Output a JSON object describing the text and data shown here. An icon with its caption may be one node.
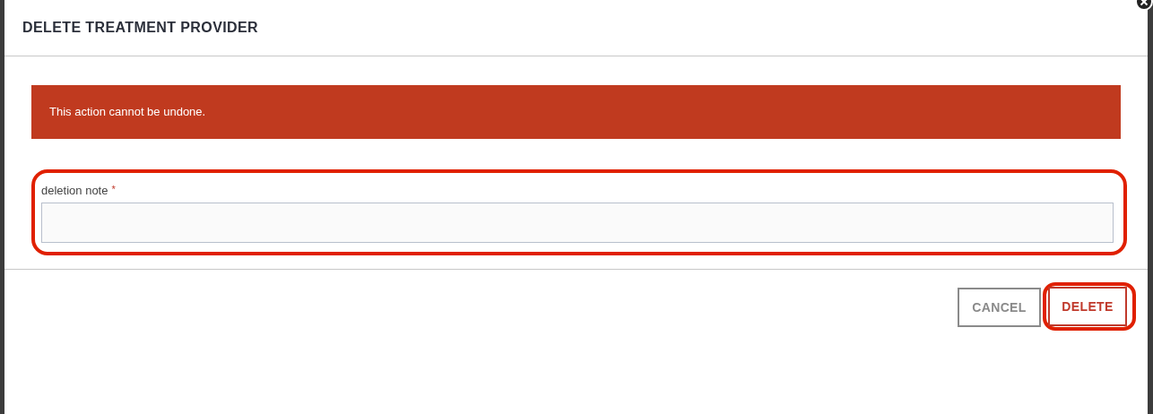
{
  "diagram": {
    "nodes": [
      {
        "text": [
          "DELETE TREATMENT PROVIDER"
        ]
      },
      {
        "text": [
          "This action cannot be undone."
        ],
        "in": 0
      },
      {
        "text": [
          "deletion note",
          "*"
        ],
        "in": 0
      },
      {
        "text": [],
        "shape": "box",
        "in": 2
      },
      {
        "text": [
          "CANCEL"
        ],
        "in": 0
      },
      {
        "text": [
          "DELETE"
        ],
        "in": 0
      }
    ]
  }
}
